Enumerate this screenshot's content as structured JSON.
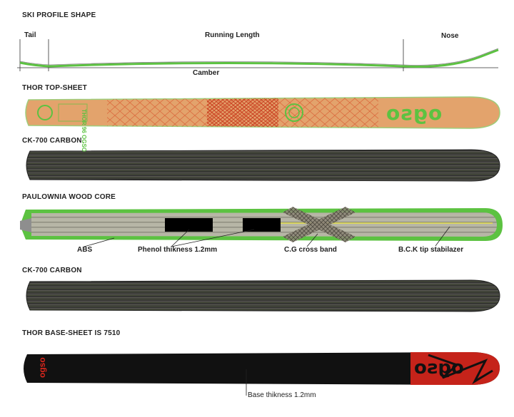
{
  "sections": {
    "profile": {
      "title": "SKI PROFILE SHAPE",
      "tail": "Tail",
      "running_length": "Running Length",
      "nose": "Nose",
      "camber": "Camber"
    },
    "topsheet": {
      "title": "THOR TOP-SHEET",
      "logo": "ogso",
      "side_text": "THOR 96 OGSO"
    },
    "carbon1": {
      "title": "CK-700 CARBON"
    },
    "core": {
      "title": "PAULOWNIA WOOD CORE",
      "abs": "ABS",
      "phenol": "Phenol thikness 1.2mm",
      "cg": "C.G cross band",
      "bck": "B.C.K tip stabilazer"
    },
    "carbon2": {
      "title": "CK-700 CARBON"
    },
    "base": {
      "title": "THOR BASE-SHEET IS 7510",
      "base_thickness": "Base thikness 1.2mm",
      "logo": "ogso"
    }
  },
  "colors": {
    "green": "#5cc241",
    "topsheet": "#e3a36c",
    "topsheet_pattern": "#d8502a",
    "carbon": "#3b3b38",
    "base": "#111111",
    "accent_red": "#d9261c"
  }
}
